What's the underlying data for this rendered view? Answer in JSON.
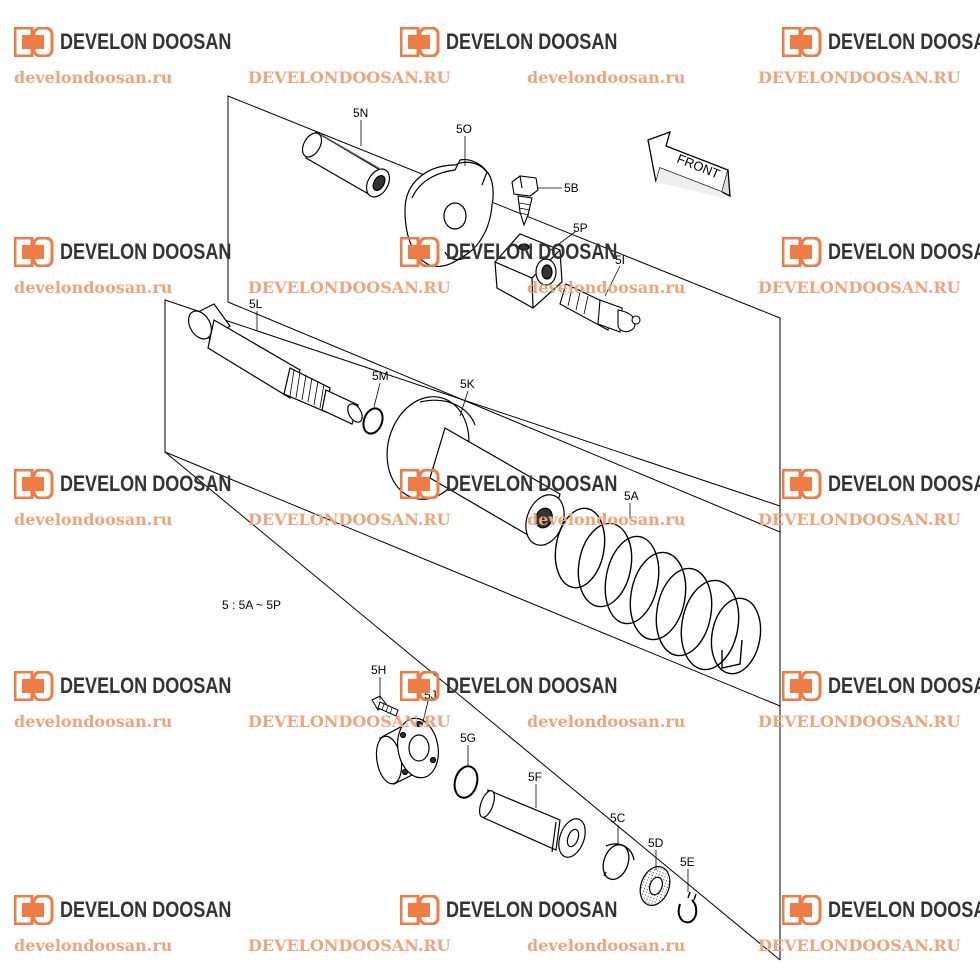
{
  "watermark": {
    "brand": "DEVELON DOOSAN",
    "url_lower": "develondoosan.ru",
    "url_upper": "DEVELONDOOSAN.RU",
    "brand_color": "#333333",
    "logo_color": "#f07c45",
    "url_color": "#f3a37a"
  },
  "front_arrow": {
    "label": "FRONT"
  },
  "note": "5 : 5A ~ 5P",
  "parts": [
    {
      "id": "5N",
      "label": "5N"
    },
    {
      "id": "5O",
      "label": "5O"
    },
    {
      "id": "5B",
      "label": "5B"
    },
    {
      "id": "5P",
      "label": "5P"
    },
    {
      "id": "5I",
      "label": "5I"
    },
    {
      "id": "5L",
      "label": "5L"
    },
    {
      "id": "5M",
      "label": "5M"
    },
    {
      "id": "5K",
      "label": "5K"
    },
    {
      "id": "5A",
      "label": "5A"
    },
    {
      "id": "5H",
      "label": "5H"
    },
    {
      "id": "5J",
      "label": "5J"
    },
    {
      "id": "5G",
      "label": "5G"
    },
    {
      "id": "5F",
      "label": "5F"
    },
    {
      "id": "5C",
      "label": "5C"
    },
    {
      "id": "5D",
      "label": "5D"
    },
    {
      "id": "5E",
      "label": "5E"
    }
  ]
}
